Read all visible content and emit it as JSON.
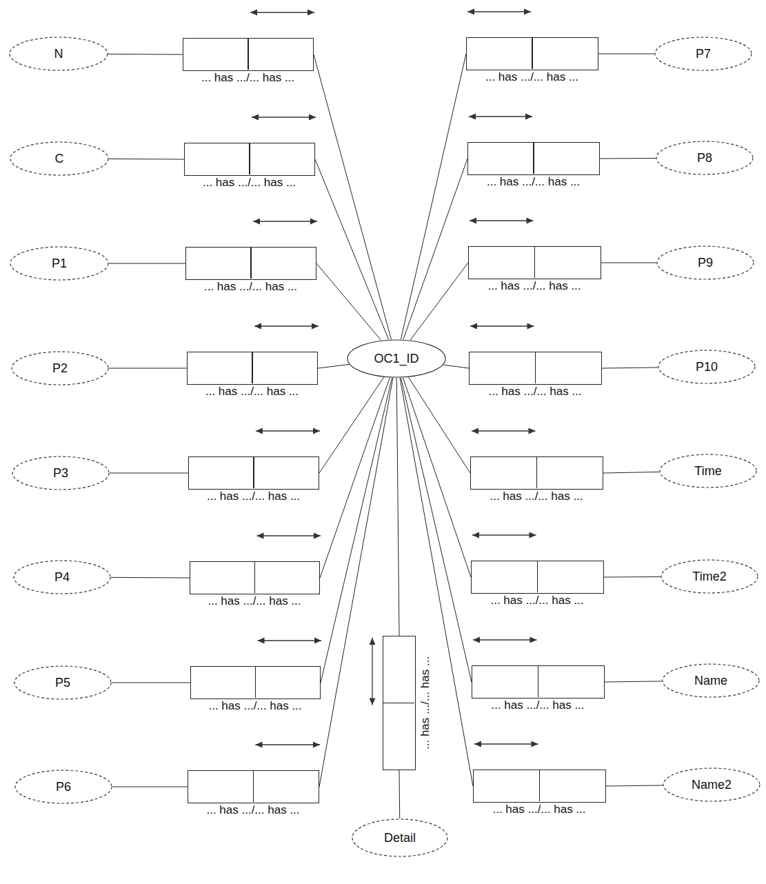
{
  "diagram": {
    "nodes": [
      {
        "text": [
          "N"
        ]
      },
      {
        "text": [
          "... has .../... has ..."
        ]
      },
      {
        "text": [
          "... has .../... has ..."
        ]
      },
      {
        "text": [
          "P7"
        ]
      },
      {
        "text": [
          "C"
        ]
      },
      {
        "text": [
          "... has .../... has ..."
        ]
      },
      {
        "text": [
          "... has .../... has ..."
        ]
      },
      {
        "text": [
          "P8"
        ]
      },
      {
        "text": [
          "P1"
        ]
      },
      {
        "text": [
          "... has .../... has ..."
        ]
      },
      {
        "text": [
          "... has .../... has ..."
        ]
      },
      {
        "text": [
          "P9"
        ]
      },
      {
        "text": [
          "P2"
        ]
      },
      {
        "text": [
          "... has .../... has ..."
        ]
      },
      {
        "text": [
          "OC1_ID"
        ]
      },
      {
        "text": [
          "... has .../... has ..."
        ]
      },
      {
        "text": [
          "P10"
        ]
      },
      {
        "text": [
          "P3"
        ]
      },
      {
        "text": [
          "... has .../... has ..."
        ]
      },
      {
        "text": [
          "... has .../... has ..."
        ]
      },
      {
        "text": [
          "Time"
        ]
      },
      {
        "text": [
          "P4"
        ]
      },
      {
        "text": [
          "... has .../... has ..."
        ]
      },
      {
        "text": [
          "... has .../... has ..."
        ]
      },
      {
        "text": [
          "Time2"
        ]
      },
      {
        "text": [
          "P5"
        ]
      },
      {
        "text": [
          "... has .../... has ..."
        ]
      },
      {
        "text": [
          "... has .../... has ..."
        ]
      },
      {
        "text": [
          "Name"
        ]
      },
      {
        "text": [
          "P6"
        ]
      },
      {
        "text": [
          "... has .../... has ..."
        ]
      },
      {
        "text": [
          "... has .../... has ..."
        ]
      },
      {
        "text": [
          "Name2"
        ]
      },
      {
        "text": [
          "... has .../... has ..."
        ]
      },
      {
        "text": [
          "Detail"
        ]
      }
    ],
    "edges": [
      {
        "from": 0,
        "to": 1,
        "arrow": "none"
      },
      {
        "from": 1,
        "to": 14,
        "arrow": "none"
      },
      {
        "from": 3,
        "to": 2,
        "arrow": "none"
      },
      {
        "from": 2,
        "to": 14,
        "arrow": "none"
      },
      {
        "from": 4,
        "to": 5,
        "arrow": "none"
      },
      {
        "from": 5,
        "to": 14,
        "arrow": "none"
      },
      {
        "from": 7,
        "to": 6,
        "arrow": "none"
      },
      {
        "from": 6,
        "to": 14,
        "arrow": "none"
      },
      {
        "from": 8,
        "to": 9,
        "arrow": "none"
      },
      {
        "from": 9,
        "to": 14,
        "arrow": "none"
      },
      {
        "from": 11,
        "to": 10,
        "arrow": "none"
      },
      {
        "from": 10,
        "to": 14,
        "arrow": "none"
      },
      {
        "from": 12,
        "to": 13,
        "arrow": "none"
      },
      {
        "from": 13,
        "to": 14,
        "arrow": "none"
      },
      {
        "from": 16,
        "to": 15,
        "arrow": "none"
      },
      {
        "from": 15,
        "to": 14,
        "arrow": "none"
      },
      {
        "from": 17,
        "to": 18,
        "arrow": "none"
      },
      {
        "from": 18,
        "to": 14,
        "arrow": "none"
      },
      {
        "from": 20,
        "to": 19,
        "arrow": "none"
      },
      {
        "from": 19,
        "to": 14,
        "arrow": "none"
      },
      {
        "from": 21,
        "to": 22,
        "arrow": "none"
      },
      {
        "from": 22,
        "to": 14,
        "arrow": "none"
      },
      {
        "from": 24,
        "to": 23,
        "arrow": "none"
      },
      {
        "from": 23,
        "to": 14,
        "arrow": "none"
      },
      {
        "from": 25,
        "to": 26,
        "arrow": "none"
      },
      {
        "from": 26,
        "to": 14,
        "arrow": "none"
      },
      {
        "from": 28,
        "to": 27,
        "arrow": "none"
      },
      {
        "from": 27,
        "to": 14,
        "arrow": "none"
      },
      {
        "from": 29,
        "to": 30,
        "arrow": "none"
      },
      {
        "from": 30,
        "to": 14,
        "arrow": "none"
      },
      {
        "from": 32,
        "to": 31,
        "arrow": "none"
      },
      {
        "from": 31,
        "to": 14,
        "arrow": "none"
      },
      {
        "from": 34,
        "to": 33,
        "arrow": "none"
      },
      {
        "from": 33,
        "to": 14,
        "arrow": "none"
      }
    ]
  }
}
